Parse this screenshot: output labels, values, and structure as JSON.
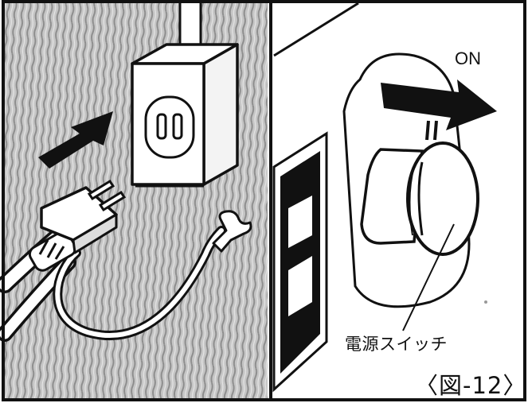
{
  "figure": {
    "on_label": "ON",
    "switch_label": "電源スイッチ",
    "figure_number": "〈図-12〉"
  },
  "colors": {
    "ink": "#111111",
    "wall_texture": "#b3b3b3",
    "paper": "#ffffff"
  }
}
